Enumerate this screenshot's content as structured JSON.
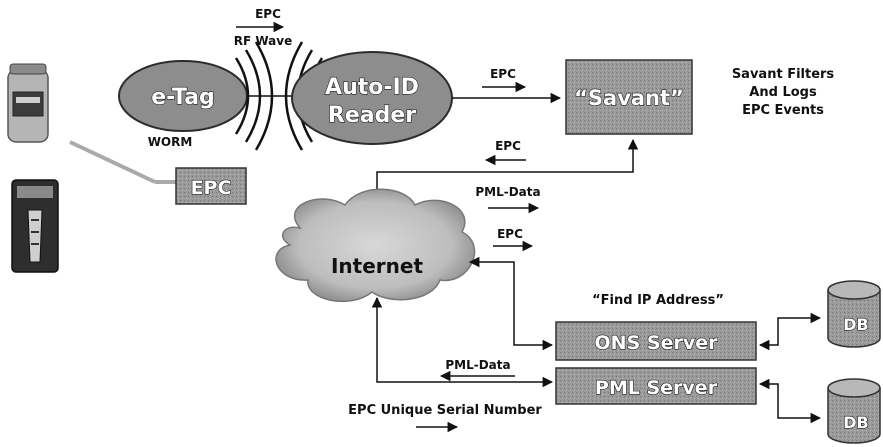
{
  "diagram": {
    "etag": {
      "label": "e-Tag",
      "sublabel": "WORM"
    },
    "reader": {
      "line1": "Auto-ID",
      "line2": "Reader"
    },
    "rf": {
      "epc": "EPC",
      "wave": "RF Wave"
    },
    "epc_to_savant": "EPC",
    "savant": {
      "label": "“Savant”"
    },
    "savant_note": {
      "line1": "Savant Filters",
      "line2": "And Logs",
      "line3": "EPC Events"
    },
    "epc_box": "EPC",
    "epc_from_savant": "EPC",
    "pml_data_upper": "PML-Data",
    "epc_internet": "EPC",
    "internet": "Internet",
    "find_ip": "“Find IP Address”",
    "ons_server": "ONS Server",
    "pml_server": "PML Server",
    "pml_data_lower": "PML-Data",
    "epc_unique": "EPC Unique Serial Number",
    "db1": "DB",
    "db2": "DB"
  },
  "colors": {
    "box_fill": "#9a9a9a",
    "box_border": "#333333",
    "ellipse_fill": "#8d8d8d",
    "line": "#111111"
  }
}
